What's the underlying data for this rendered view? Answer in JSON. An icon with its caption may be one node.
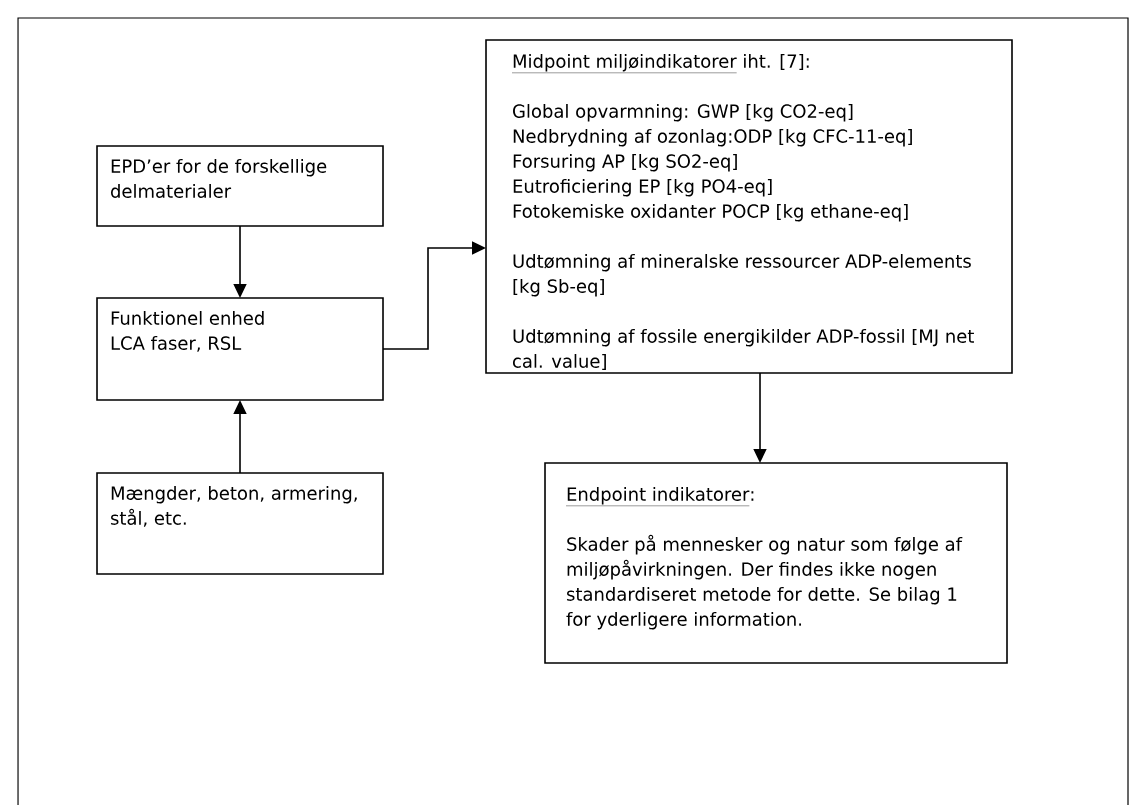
{
  "diagram": {
    "nodes": [
      {
        "text": [
          "EPD’er for de forskellige delmaterialer"
        ]
      },
      {
        "text": [
          "Funktionel enhed",
          "LCA faser, RSL"
        ]
      },
      {
        "text": [
          "Mængder, beton, armering, stål, etc."
        ]
      },
      {
        "text": [
          "Midpoint miljøindikatorer",
          "iht. [7]:",
          "Global opvarmning: GWP [kg CO2-eq]",
          "Nedbrydning af ozonlag:ODP [kg CFC-11-eq]",
          "Forsuring AP [kg SO2-eq]",
          "Eutroficiering EP [kg PO4-eq]",
          "Fotokemiske oxidanter POCP [kg ethane-eq]",
          "Udtømning af mineralske ressourcer ADP-elements [kg Sb-eq]",
          "Udtømning af fossile energikilder ADP-fossil [MJ net cal. value]"
        ]
      },
      {
        "text": [
          "Endpoint indikatorer",
          ":",
          "Skader på mennesker og natur som følge af miljøpåvirkningen. Der findes ikke nogen standardiseret metode for dette. Se bilag 1 for yderligere information."
        ]
      }
    ],
    "edges": [
      {
        "from": 0,
        "to": 1,
        "arrow": "to"
      },
      {
        "from": 2,
        "to": 1,
        "arrow": "to"
      },
      {
        "from": 1,
        "to": 3,
        "arrow": "to"
      },
      {
        "from": 3,
        "to": 4,
        "arrow": "to"
      }
    ]
  }
}
